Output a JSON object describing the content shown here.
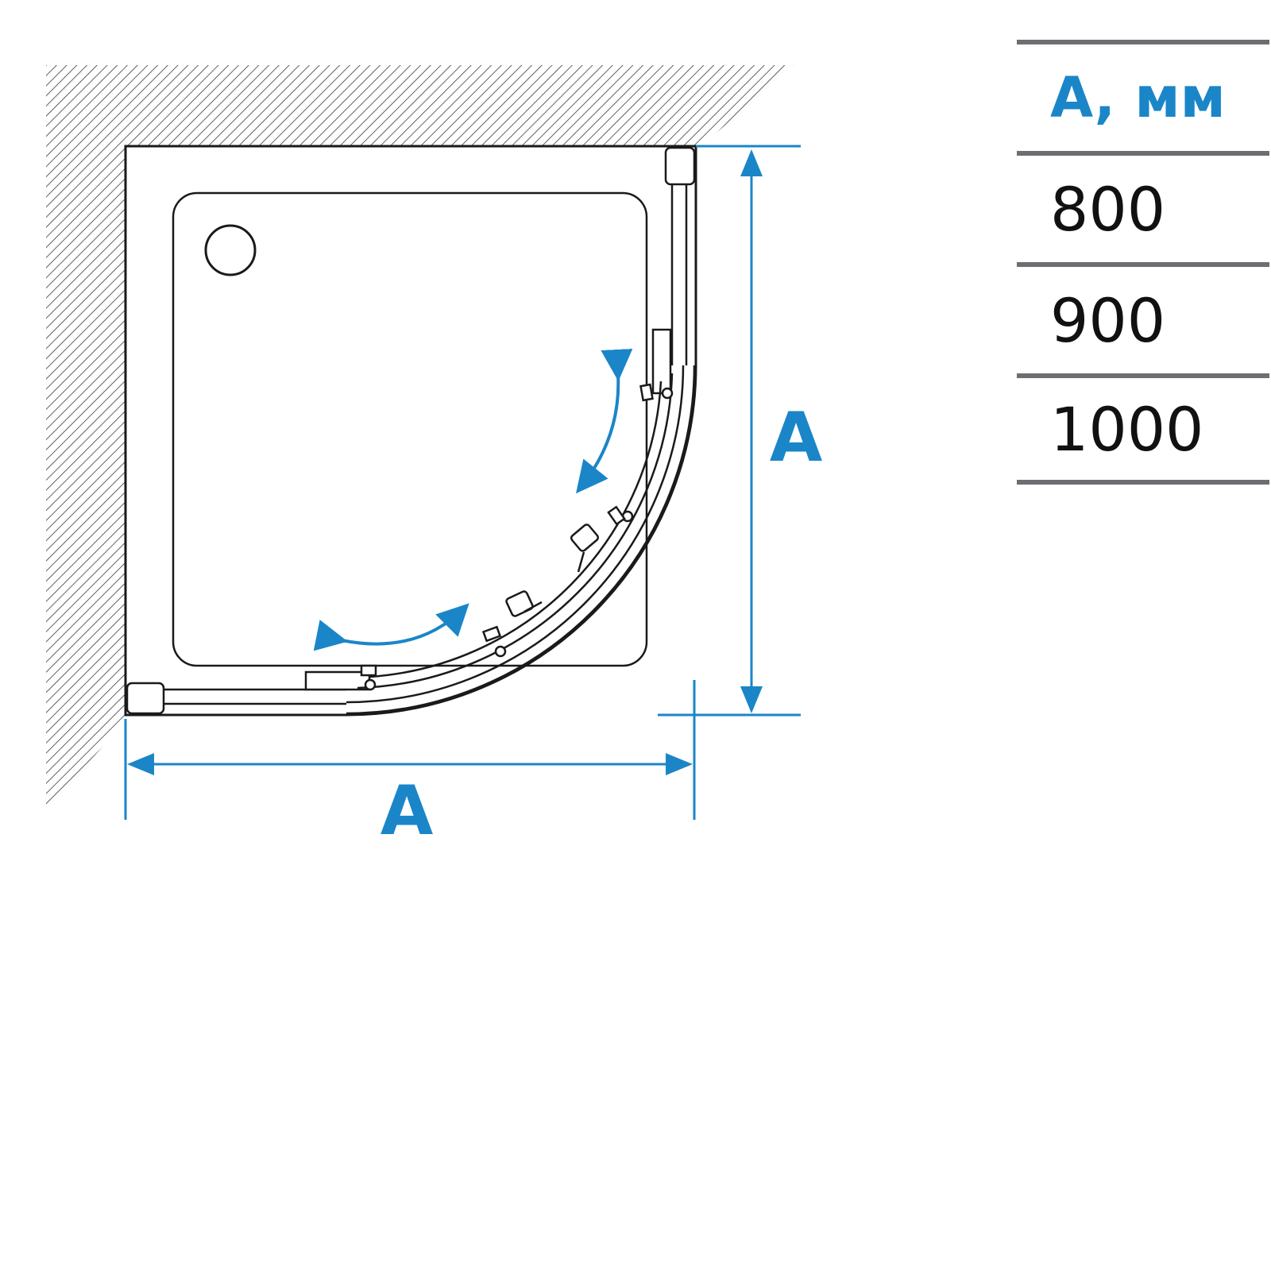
{
  "diagram": {
    "dim_label_width": "A",
    "dim_label_height": "A"
  },
  "size_table": {
    "header": "A, мм",
    "rows": [
      "800",
      "900",
      "1000"
    ]
  },
  "colors": {
    "dimension_blue": "#1a86c8",
    "outline": "#1a1a1a",
    "table_rule": "#6d6e71"
  }
}
